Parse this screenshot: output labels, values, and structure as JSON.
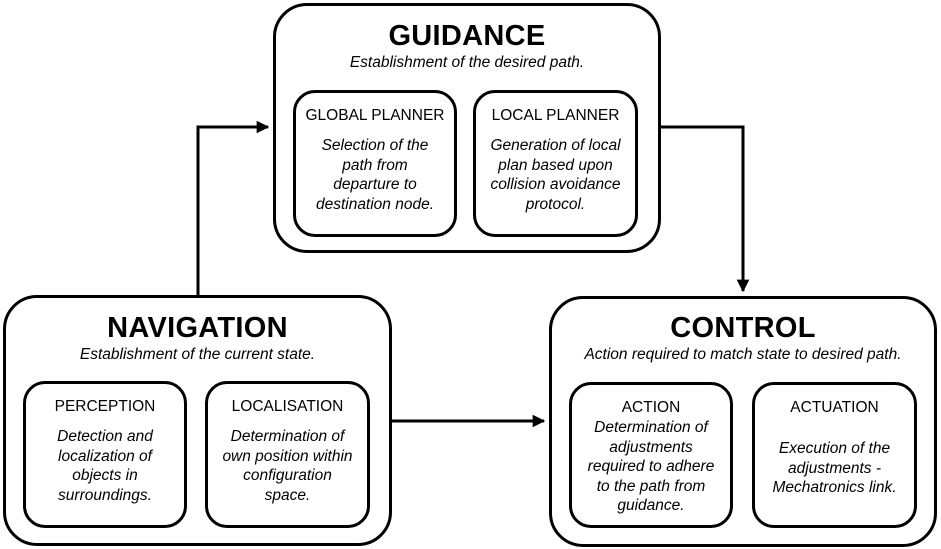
{
  "guidance": {
    "title": "GUIDANCE",
    "subtitle": "Establishment of the desired path.",
    "global_planner": {
      "title": "GLOBAL PLANNER",
      "lines": [
        "Selection of the",
        "path from",
        "departure to",
        "destination node."
      ]
    },
    "local_planner": {
      "title": "LOCAL PLANNER",
      "lines": [
        "Generation of local",
        "plan based upon",
        "collision avoidance",
        "protocol."
      ]
    }
  },
  "navigation": {
    "title": "NAVIGATION",
    "subtitle": "Establishment of the current state.",
    "perception": {
      "title": "PERCEPTION",
      "lines": [
        "Detection and",
        "localization of",
        "objects in",
        "surroundings."
      ]
    },
    "localisation": {
      "title": "LOCALISATION",
      "lines": [
        "Determination of",
        "own position within",
        "configuration",
        "space."
      ]
    }
  },
  "control": {
    "title": "CONTROL",
    "subtitle": "Action required to match state to desired path.",
    "action": {
      "title": "ACTION",
      "lines": [
        "Determination of",
        "adjustments",
        "required to adhere",
        "to the path from",
        "guidance."
      ]
    },
    "actuation": {
      "title": "ACTUATION",
      "lines": [
        "Execution of the",
        "adjustments -",
        "Mechatronics link."
      ]
    }
  },
  "colors": {
    "stroke": "#000000",
    "background": "#ffffff"
  }
}
